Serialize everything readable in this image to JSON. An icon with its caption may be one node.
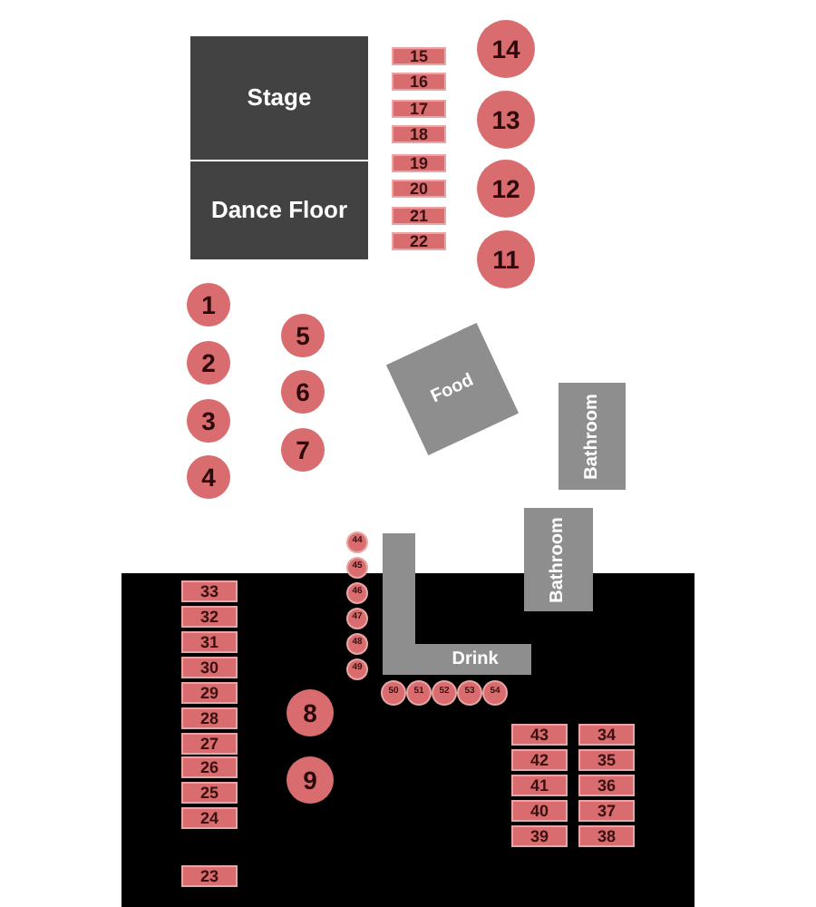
{
  "diagram": {
    "nodes": [
      {
        "text": [
          "Stage"
        ]
      },
      {
        "text": [
          "Dance Floor"
        ]
      },
      {
        "text": [
          "15"
        ]
      },
      {
        "text": [
          "16"
        ]
      },
      {
        "text": [
          "17"
        ]
      },
      {
        "text": [
          "18"
        ]
      },
      {
        "text": [
          "19"
        ]
      },
      {
        "text": [
          "20"
        ]
      },
      {
        "text": [
          "21"
        ]
      },
      {
        "text": [
          "22"
        ]
      },
      {
        "text": [
          "14"
        ]
      },
      {
        "text": [
          "13"
        ]
      },
      {
        "text": [
          "12"
        ]
      },
      {
        "text": [
          "11"
        ]
      },
      {
        "text": [
          "1"
        ]
      },
      {
        "text": [
          "2"
        ]
      },
      {
        "text": [
          "3"
        ]
      },
      {
        "text": [
          "4"
        ]
      },
      {
        "text": [
          "5"
        ]
      },
      {
        "text": [
          "6"
        ]
      },
      {
        "text": [
          "7"
        ]
      },
      {
        "text": [
          "Food"
        ]
      },
      {
        "text": [
          "Bathroom"
        ]
      },
      {
        "text": [
          "Bathroom"
        ]
      },
      {
        "text": [
          "44"
        ]
      },
      {
        "text": [
          "45"
        ]
      },
      {
        "text": [
          "46"
        ]
      },
      {
        "text": [
          "47"
        ]
      },
      {
        "text": [
          "48"
        ]
      },
      {
        "text": [
          "49"
        ]
      },
      {
        "text": [
          "Drink"
        ]
      },
      {
        "text": [
          "33"
        ]
      },
      {
        "text": [
          "32"
        ]
      },
      {
        "text": [
          "31"
        ]
      },
      {
        "text": [
          "30"
        ]
      },
      {
        "text": [
          "29"
        ]
      },
      {
        "text": [
          "28"
        ]
      },
      {
        "text": [
          "27"
        ]
      },
      {
        "text": [
          "26"
        ]
      },
      {
        "text": [
          "25"
        ]
      },
      {
        "text": [
          "24"
        ]
      },
      {
        "text": [
          "8"
        ]
      },
      {
        "text": [
          "9"
        ]
      },
      {
        "text": [
          "50"
        ]
      },
      {
        "text": [
          "51"
        ]
      },
      {
        "text": [
          "52"
        ]
      },
      {
        "text": [
          "53"
        ]
      },
      {
        "text": [
          "54"
        ]
      },
      {
        "text": [
          "43"
        ]
      },
      {
        "text": [
          "42"
        ]
      },
      {
        "text": [
          "41"
        ]
      },
      {
        "text": [
          "40"
        ]
      },
      {
        "text": [
          "39"
        ]
      },
      {
        "text": [
          "34"
        ]
      },
      {
        "text": [
          "35"
        ]
      },
      {
        "text": [
          "36"
        ]
      },
      {
        "text": [
          "37"
        ]
      },
      {
        "text": [
          "38"
        ]
      },
      {
        "text": [
          "23"
        ]
      }
    ]
  }
}
